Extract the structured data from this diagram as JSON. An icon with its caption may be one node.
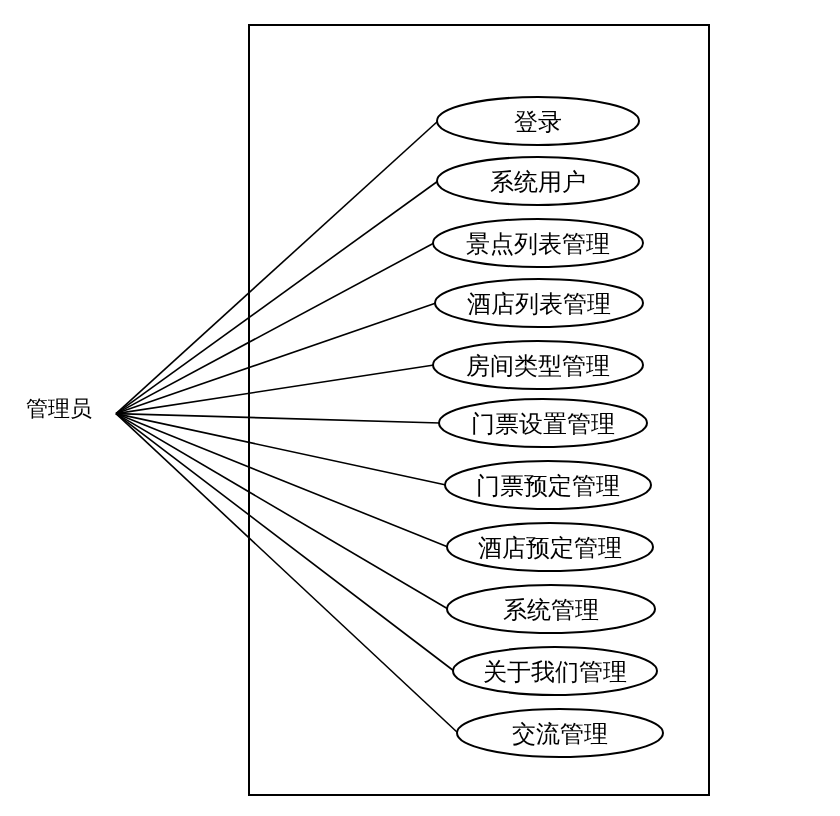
{
  "diagram": {
    "nodes": [
      {
        "text": [
          "管理员"
        ]
      },
      {
        "text": [],
        "shape": "box"
      },
      {
        "text": [
          "登录"
        ],
        "in": 1
      },
      {
        "text": [
          "系统用户"
        ],
        "in": 1
      },
      {
        "text": [
          "景点列表管理"
        ],
        "in": 1
      },
      {
        "text": [
          "酒店列表管理"
        ],
        "in": 1
      },
      {
        "text": [
          "房间类型管理"
        ],
        "in": 1
      },
      {
        "text": [
          "门票设置管理"
        ],
        "in": 1
      },
      {
        "text": [
          "门票预定管理"
        ],
        "in": 1
      },
      {
        "text": [
          "酒店预定管理"
        ],
        "in": 1
      },
      {
        "text": [
          "系统管理"
        ],
        "in": 1
      },
      {
        "text": [
          "关于我们管理"
        ],
        "in": 1
      },
      {
        "text": [
          "交流管理"
        ],
        "in": 1
      }
    ],
    "edges": [
      {
        "from": 0,
        "to": 2,
        "arrow": "none"
      },
      {
        "from": 0,
        "to": 3,
        "arrow": "none"
      },
      {
        "from": 0,
        "to": 4,
        "arrow": "none"
      },
      {
        "from": 0,
        "to": 5,
        "arrow": "none"
      },
      {
        "from": 0,
        "to": 6,
        "arrow": "none"
      },
      {
        "from": 0,
        "to": 7,
        "arrow": "none"
      },
      {
        "from": 0,
        "to": 8,
        "arrow": "none"
      },
      {
        "from": 0,
        "to": 9,
        "arrow": "none"
      },
      {
        "from": 0,
        "to": 10,
        "arrow": "none"
      },
      {
        "from": 0,
        "to": 11,
        "arrow": "none"
      },
      {
        "from": 0,
        "to": 12,
        "arrow": "none"
      }
    ]
  }
}
